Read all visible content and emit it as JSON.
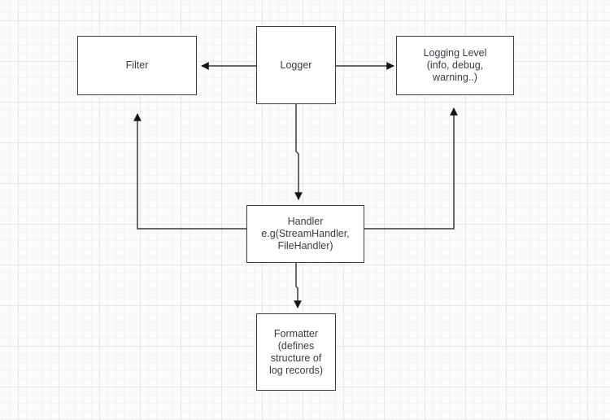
{
  "canvas": {
    "background_color": "#fcfbfc",
    "grid_minor_color": "#f4f2f5",
    "grid_major_color": "#e7e5ea",
    "node_fill_color": "#ffffff",
    "node_border_color": "#3f3d42",
    "text_color": "#403844",
    "connector_color": "#3a393c"
  },
  "nodes": {
    "logger": {
      "label": "Logger"
    },
    "filter": {
      "label": "Filter"
    },
    "logging_level": {
      "label": "Logging Level\n(info, debug,\nwarning..)"
    },
    "handler": {
      "label": "Handler\ne.g(StreamHandler,\nFileHandler)"
    },
    "formatter": {
      "label": "Formatter\n(defines\nstructure of\nlog records)"
    }
  },
  "edges": [
    {
      "from": "logger",
      "to": "filter",
      "arrow": "end"
    },
    {
      "from": "logger",
      "to": "logging_level",
      "arrow": "end"
    },
    {
      "from": "logger",
      "to": "handler",
      "arrow": "end"
    },
    {
      "from": "handler",
      "to": "filter",
      "arrow": "end"
    },
    {
      "from": "handler",
      "to": "logging_level",
      "arrow": "end"
    },
    {
      "from": "handler",
      "to": "formatter",
      "arrow": "end"
    }
  ]
}
